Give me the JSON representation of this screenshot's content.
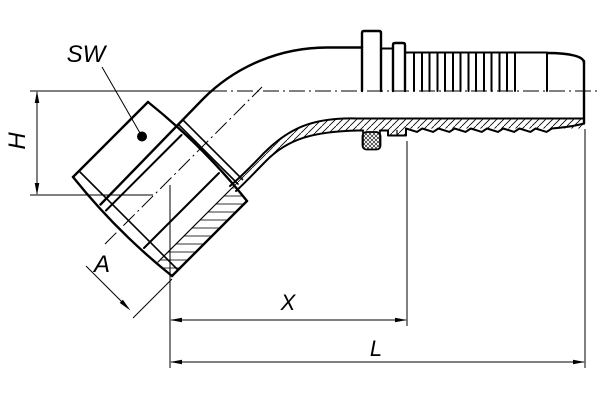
{
  "drawing": {
    "colors": {
      "background": "#ffffff",
      "line": "#000000"
    },
    "labels": {
      "sw": "SW",
      "h": "H",
      "a": "A",
      "x": "X",
      "l": "L"
    }
  }
}
